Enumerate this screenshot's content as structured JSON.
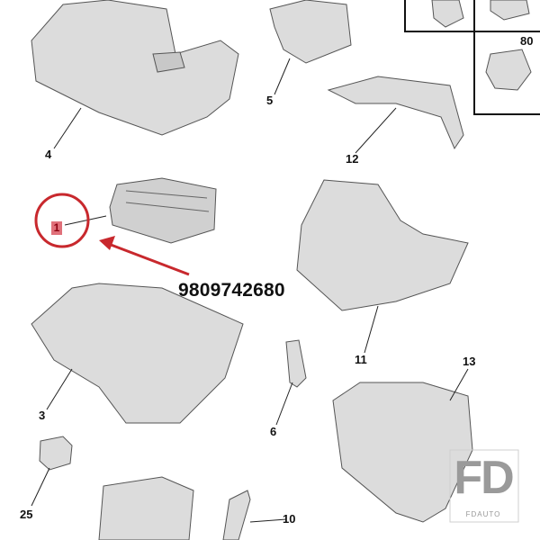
{
  "callouts": {
    "part_4": "4",
    "part_5": "5",
    "part_12": "12",
    "part_1": "1",
    "part_11": "11",
    "part_3": "3",
    "part_6": "6",
    "part_13": "13",
    "part_25": "25",
    "part_10": "10",
    "part_80": "80"
  },
  "part_number": "9809742680",
  "watermark": {
    "logo": "FD",
    "text": "FDAUTO"
  },
  "colors": {
    "highlight": "#c8282d",
    "part_fill": "#d9d9d9",
    "part_stroke": "#555555"
  }
}
